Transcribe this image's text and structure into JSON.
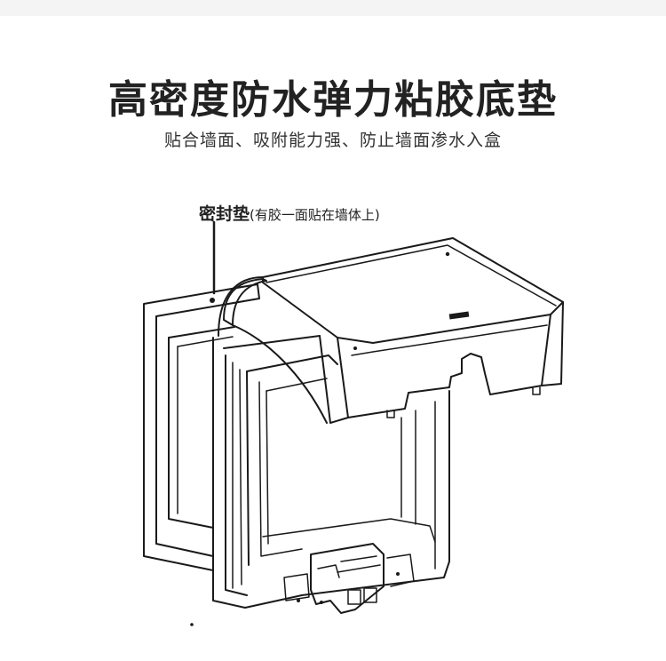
{
  "header": {
    "title": "高密度防水弹力粘胶底垫",
    "subtitle": "贴合墙面、吸附能力强、防止墙面渗水入盒"
  },
  "callout": {
    "label_strong": "密封垫",
    "label_note": "(有胶一面贴在墙体上)"
  },
  "illustration": {
    "subject": "waterproof-socket-cover-with-adhesive-gasket",
    "line_color": "#1a1a1a",
    "background_color": "#ffffff"
  }
}
